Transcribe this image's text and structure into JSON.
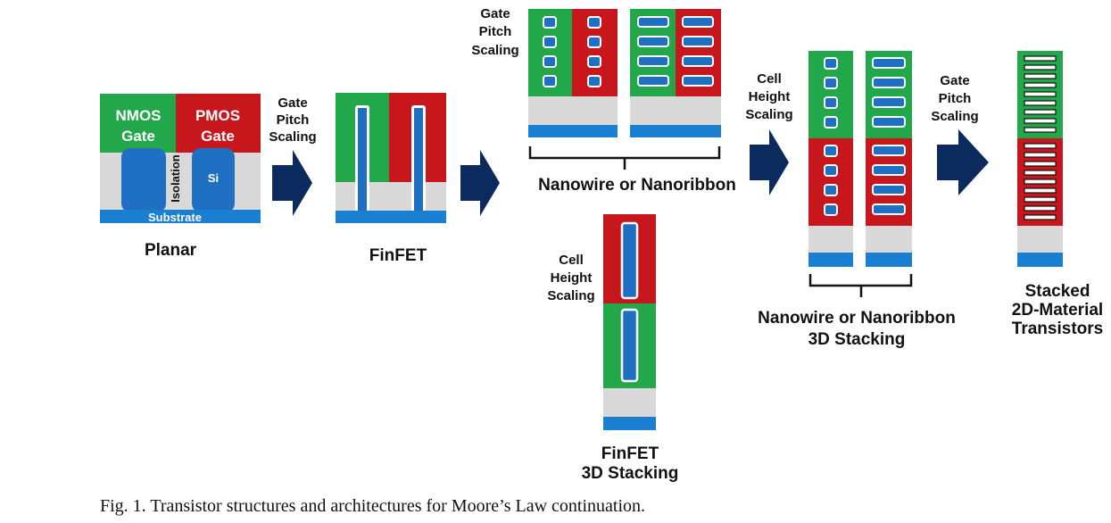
{
  "colors": {
    "nmos_gate": "#22a84a",
    "pmos_gate": "#c8161d",
    "channel": "#1f6fc2",
    "substrate": "#1a7fd0",
    "isolation": "#d9d9d9",
    "arrow": "#0b2a5e",
    "white": "#ffffff",
    "text": "#111111"
  },
  "planar": {
    "nmos_line1": "NMOS",
    "nmos_line2": "Gate",
    "pmos_line1": "PMOS",
    "pmos_line2": "Gate",
    "isolation": "Isolation",
    "si": "Si",
    "substrate": "Substrate",
    "label": "Planar"
  },
  "arrow1": {
    "line1": "Gate",
    "line2": "Pitch",
    "line3": "Scaling"
  },
  "finfet": {
    "label": "FinFET"
  },
  "top_scaling": {
    "line1": "Gate",
    "line2": "Pitch",
    "line3": "Scaling"
  },
  "nanowire": {
    "label": "Nanowire or Nanoribbon"
  },
  "finfet3d_scaling": {
    "line1": "Cell",
    "line2": "Height",
    "line3": "Scaling"
  },
  "finfet3d": {
    "line1": "FinFET",
    "line2": "3D Stacking"
  },
  "arrow3": {
    "line1": "Cell",
    "line2": "Height",
    "line3": "Scaling"
  },
  "nano3d": {
    "line1": "Nanowire or Nanoribbon",
    "line2": "3D Stacking"
  },
  "arrow4": {
    "line1": "Gate",
    "line2": "Pitch",
    "line3": "Scaling"
  },
  "stacked2d": {
    "line1": "Stacked",
    "line2": "2D-Material",
    "line3": "Transistors"
  },
  "caption": "Fig. 1. Transistor structures and architectures for Moore’s Law continuation."
}
